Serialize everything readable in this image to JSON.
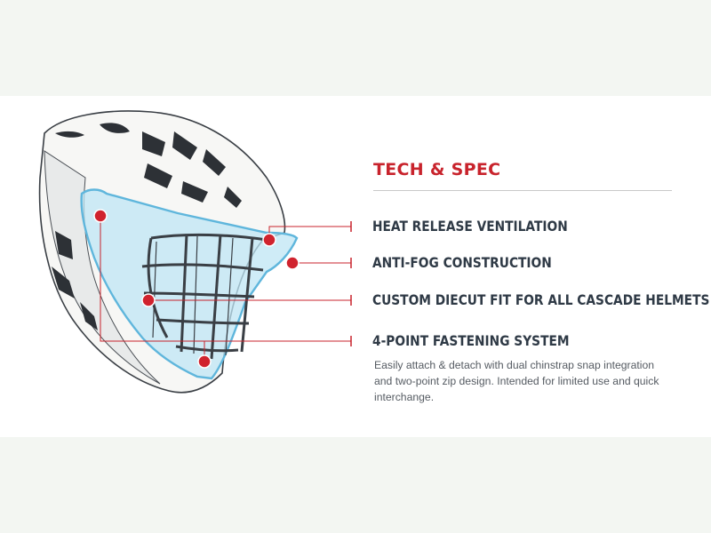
{
  "spec": {
    "heading": "TECH & SPEC",
    "features": [
      "HEAT RELEASE VENTILATION",
      "ANTI-FOG CONSTRUCTION",
      "CUSTOM DIECUT FIT FOR ALL CASCADE HELMETS",
      "4-POINT FASTENING SYSTEM"
    ],
    "description": "Easily attach & detach with dual chinstrap snap integration and two-point zip design. Intended for limited use and quick interchange."
  },
  "colors": {
    "accent": "#c8232c",
    "text": "#2f3a46",
    "visor": "#8fd0ec"
  },
  "icons": [
    "helmet-illustration",
    "callout-dot"
  ]
}
